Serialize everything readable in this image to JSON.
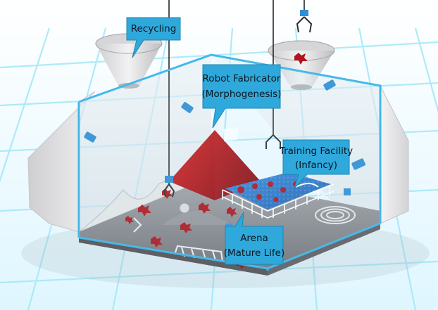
{
  "labels": {
    "recycling": "Recycling",
    "robot_fabricator_line1": "Robot Fabricator",
    "robot_fabricator_line2": "(Morphogenesis)",
    "training_facility_line1": "Training Facility",
    "training_facility_line2": "(Infancy)",
    "arena_line1": "Arena",
    "arena_line2": "(Mature Life)"
  },
  "colors": {
    "callout_fill": "#2fa9dc",
    "glass_edge": "#3fb6e6",
    "floor_grid_line": "#9fe6f7",
    "floor_grid_bg": "#e9f9ff",
    "wall": "#e4e4e6",
    "room_floor": "#8f8f93",
    "pyramid": "#c81818",
    "robot_parts": "#b0141c",
    "camera": "#2f8fd2",
    "fence": "#f4f4f4",
    "training_floor": "#2f80d6"
  }
}
